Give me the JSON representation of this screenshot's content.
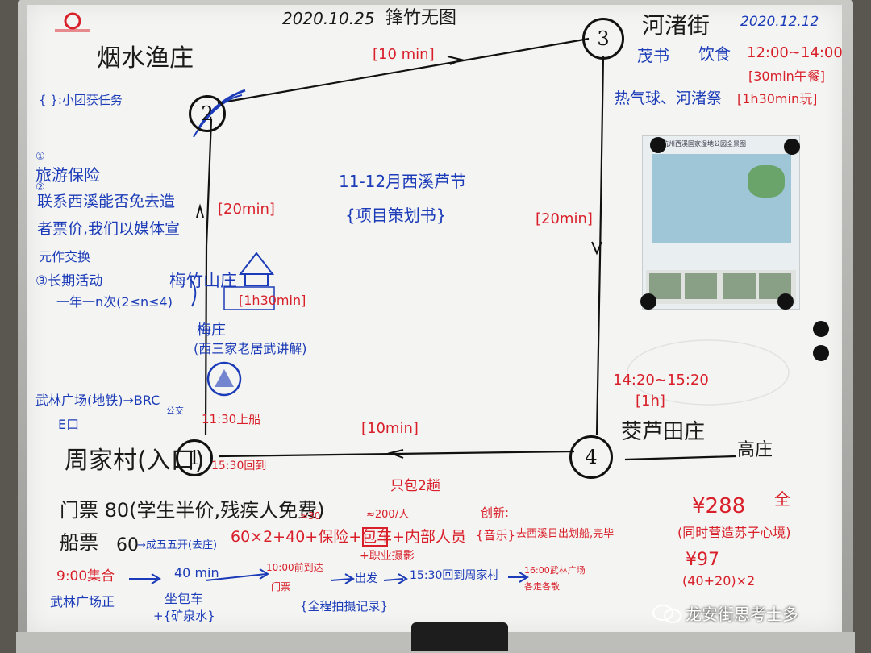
{
  "header": {
    "date": "2020.10.25",
    "title": "箨竹无图",
    "right_date": "2020.12.12"
  },
  "logo": {
    "label": "logo"
  },
  "nodes": [
    {
      "num": "1",
      "label": "周家村(入口)"
    },
    {
      "num": "2",
      "label": "烟水渔庄"
    },
    {
      "num": "3",
      "label": "河渚街"
    },
    {
      "num": "4",
      "label": "茭芦田庄"
    }
  ],
  "durations": {
    "leg_1_2": "[20min]",
    "leg_2_3": "[10 min]",
    "leg_3_4": "[20min]",
    "leg_4_1": "[10min]",
    "stop_2_stay": "[1h30min]",
    "stop_4_stay": "[1h]"
  },
  "center": {
    "line1": "11-12月西溪芦节",
    "line2": "{项目策划书}"
  },
  "stop3_notes": {
    "line1_a": "茂书",
    "line1_b": "饮食",
    "line1_time": "12:00~14:00",
    "line2": "[30min午餐]",
    "line3_blue": "热气球、河渚祭",
    "line3_red": "[1h30min玩]"
  },
  "stop4_notes": {
    "time": "14:20~15:20",
    "exit": "高庄"
  },
  "left_notes": {
    "task": "{ }:小团获任务",
    "n1_num": "①",
    "n1": "旅游保险",
    "n2_num": "②",
    "n2_a": "联系西溪能否免去造",
    "n2_b": "者票价,我们以媒体宣",
    "n2_c": "元作交换",
    "n3": "③长期活动",
    "n3_b": "一年一n次(2≤n≤4)",
    "yuzhuang_a": "梅竹山庄",
    "yuzhuang_b": "梅庄",
    "yuzhuang_c": "(西三家老居武讲解)",
    "meet": "武林广场(地铁)→BRC",
    "meet_b": "E口",
    "bus": "公交",
    "boat": "11:30上船",
    "back": "15:30回到"
  },
  "bottom": {
    "ticket": "门票 80(学生半价,残疾人免费)",
    "boat_ticket": "船票",
    "boat_price": "60",
    "boat_note": "→成五五开(去庄)",
    "formula": "60×2+40+保险+包车+内部人员",
    "formula_top1": "≈30",
    "formula_top2": "≈200/人",
    "formula_top3": "只包2趟",
    "formula_sub": "+职业摄影",
    "innovate": "创新:",
    "innovate_item": "{音乐}",
    "innovate_rest": "去西溪日出划船,完毕",
    "time_9": "9:00集合",
    "arrow_40": "40 min",
    "arrive": "10:00前到达",
    "gate": "门票",
    "depart": "出发",
    "back_to": "15:30回到周家村",
    "end": "16:00武林广场",
    "end_b": "各走各散",
    "wulin": "武林广场正",
    "bus_note": "坐包车",
    "water": "+{矿泉水}",
    "photo": "{全程拍摄记录}"
  },
  "price_box": {
    "p1": "¥288",
    "p1_tag": "全",
    "p1_note": "(同时营造苏子心境)",
    "p2": "¥97",
    "p2_note": "(40+20)×2"
  },
  "poster": {
    "title": "杭州西溪国家湿地公园全景图"
  },
  "watermark": {
    "text": "龙安街思考士多"
  },
  "colors": {
    "ink_black": "#1a1a1a",
    "ink_blue": "#1c3bb8",
    "ink_red": "#d81f2a",
    "board": "#f4f5f2"
  }
}
